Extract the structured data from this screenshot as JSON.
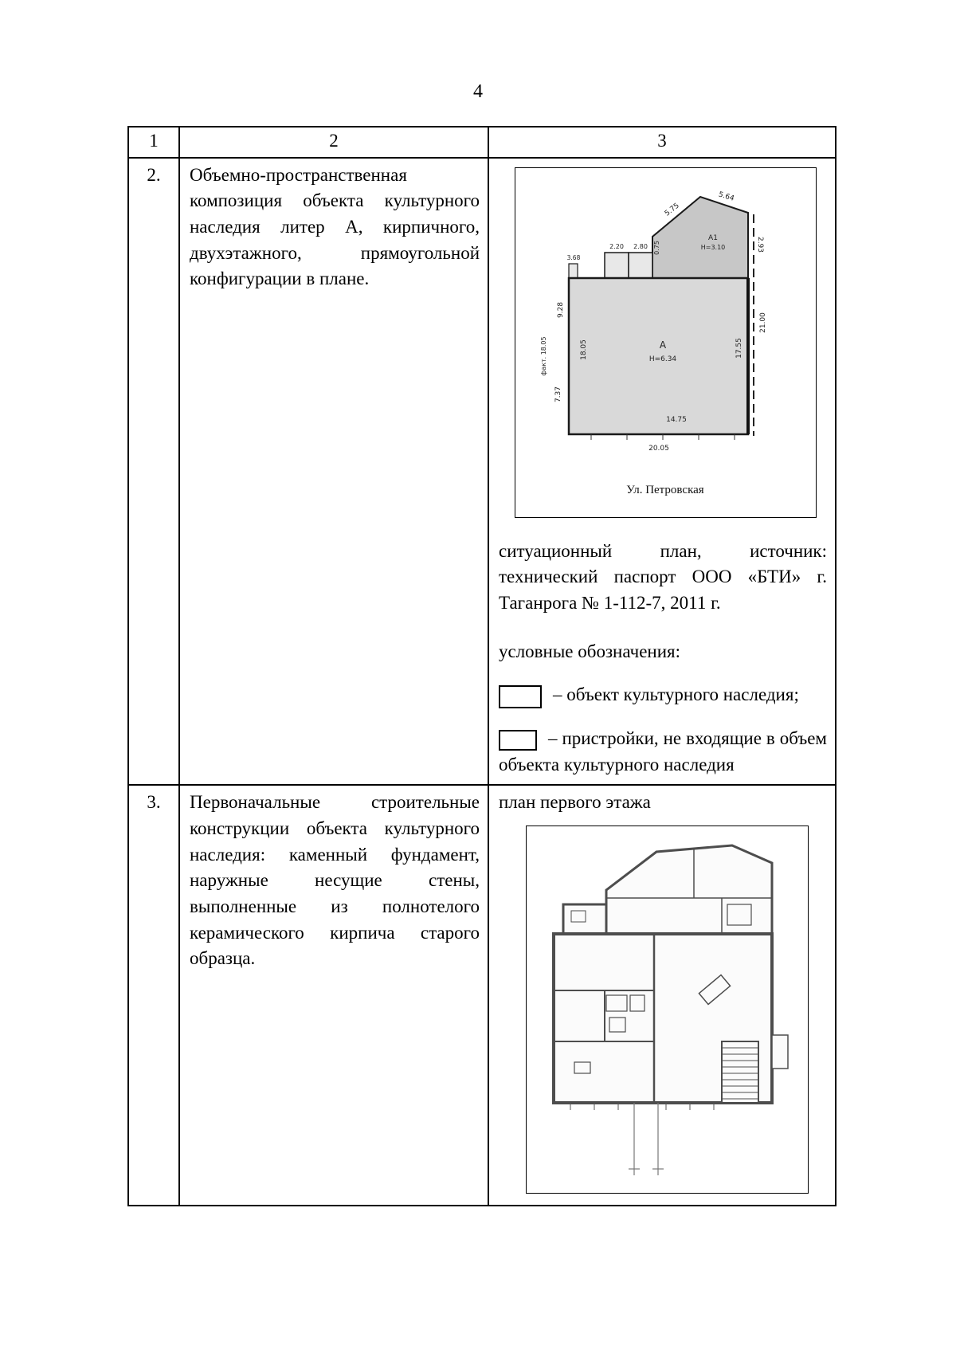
{
  "page": {
    "number": "4"
  },
  "table": {
    "header": {
      "col1": "1",
      "col2": "2",
      "col3": "3"
    },
    "rows": [
      {
        "num": "2.",
        "description": "Объемно-пространственная композиция объекта культурного наследия литер А, кирпичного, двухэтажного, прямоугольной конфигурации в плане.",
        "caption": "ситуационный план, источник: технический паспорт ООО «БТИ» г. Таганрога № 1-112-7, 2011 г.",
        "legend_title": "условные обозначения:",
        "legend": [
          {
            "label": "– объект культурного наследия;"
          },
          {
            "label": "– пристройки, не входящие в объем объекта культурного наследия"
          }
        ],
        "site_plan": {
          "street_label": "Ул. Петровская",
          "building_letter": "А",
          "building_height": "Н=6.34",
          "annex_letter": "А1",
          "annex_height": "Н=3.10",
          "dims": {
            "top_small_1": "2.20",
            "top_small_2": "2.80",
            "top_small_3": "0.75",
            "left_notch": "3.68",
            "slant_left": "5.75",
            "slant_right": "5.64",
            "annex_right": "2.93",
            "left_upper": "9.28",
            "left_fact": "факт. 18.05",
            "left_inner": "18.05",
            "left_lower": "7.37",
            "right_outer": "21.00",
            "right_inner": "17.55",
            "bottom_inner": "14.75",
            "bottom_outer": "20.05"
          }
        }
      },
      {
        "num": "3.",
        "description": "Первоначальные строительные конструкции объекта культурного наследия: каменный фундамент, наружные несущие стены, выполненные из полнотелого керамического кирпича старого образца.",
        "plan_title": "план первого этажа"
      }
    ]
  }
}
